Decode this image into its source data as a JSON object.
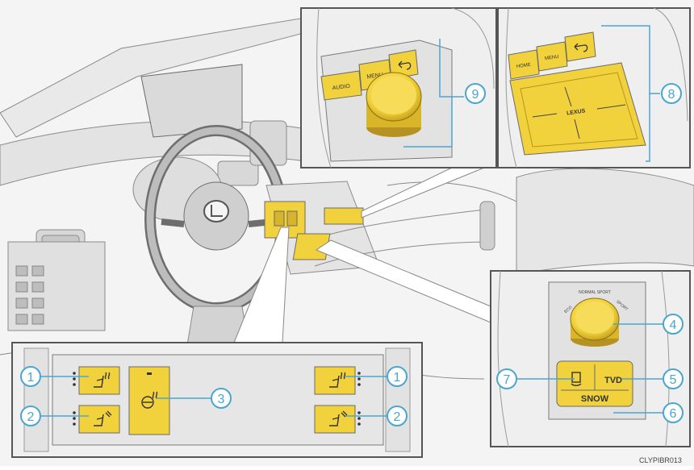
{
  "panels": {
    "center_console_buttons": {
      "audio_label": "AUDIO",
      "menu_label": "MENU",
      "back_icon": "back-arrow-icon"
    },
    "touchpad_controller": {
      "home_label": "HOME",
      "menu_label": "MENU",
      "back_icon": "back-arrow-icon",
      "brand_mark": "LEXUS"
    },
    "drive_mode": {
      "tvd_label": "TVD",
      "snow_label": "SNOW",
      "dial_mark_left": "ECO",
      "dial_mark_center": "NORMAL\nSPORT",
      "dial_mark_right": "SPORT"
    },
    "seat_switches": {
      "left_top_icon": "seat-heater-icon",
      "left_bottom_icon": "seat-ventilation-icon",
      "center_icon": "steering-heater-icon",
      "right_top_icon": "seat-heater-icon",
      "right_bottom_icon": "seat-ventilation-icon"
    }
  },
  "callouts": {
    "c1_left": "1",
    "c2_left": "2",
    "c3": "3",
    "c1_right": "1",
    "c2_right": "2",
    "c4": "4",
    "c5": "5",
    "c6": "6",
    "c7": "7",
    "c8": "8",
    "c9": "9"
  },
  "image_code": "CLYPIBR013",
  "colors": {
    "highlight": "#f2d23c",
    "line": "#5b5b5b",
    "callout": "#4aa6cf",
    "panel_bg": "#ececec"
  }
}
